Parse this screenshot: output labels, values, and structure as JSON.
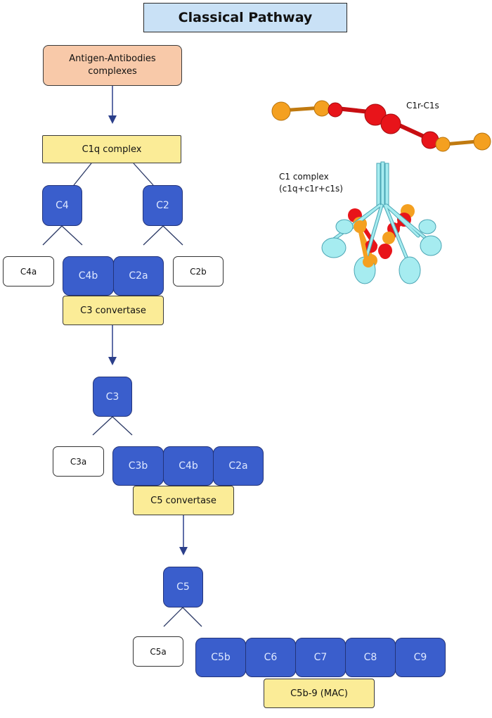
{
  "title": "Classical Pathway",
  "nodes": {
    "antigen": "Antigen-Antibodies complexes",
    "c1q": "C1q complex",
    "c4": "C4",
    "c2": "C2",
    "c4a": "C4a",
    "c4b": "C4b",
    "c2a": "C2a",
    "c2b": "C2b",
    "c3_convertase": "C3 convertase",
    "c3": "C3",
    "c3a": "C3a",
    "c3b": "C3b",
    "c4b_2": "C4b",
    "c2a_2": "C2a",
    "c5_convertase": "C5 convertase",
    "c5": "C5",
    "c5a": "C5a",
    "c5b": "C5b",
    "c6": "C6",
    "c7": "C7",
    "c8": "C8",
    "c9": "C9",
    "mac": "C5b-9 (MAC)"
  },
  "illustrations": {
    "c1r_c1s_label": "C1r-C1s",
    "c1_complex_label_line1": "C1 complex",
    "c1_complex_label_line2": "(c1q+c1r+c1s)"
  },
  "colors": {
    "title_bg": "#c9e1f6",
    "antigen_bg": "#f8c9a9",
    "complex_bg": "#fbec97",
    "component_blue": "#3a5ecc",
    "fragment_white": "#ffffff",
    "arrow": "#2b3f8a",
    "c1r_red": "#e8141a",
    "c1s_orange": "#f4a020",
    "c1q_cyan": "#a6ecf0"
  }
}
